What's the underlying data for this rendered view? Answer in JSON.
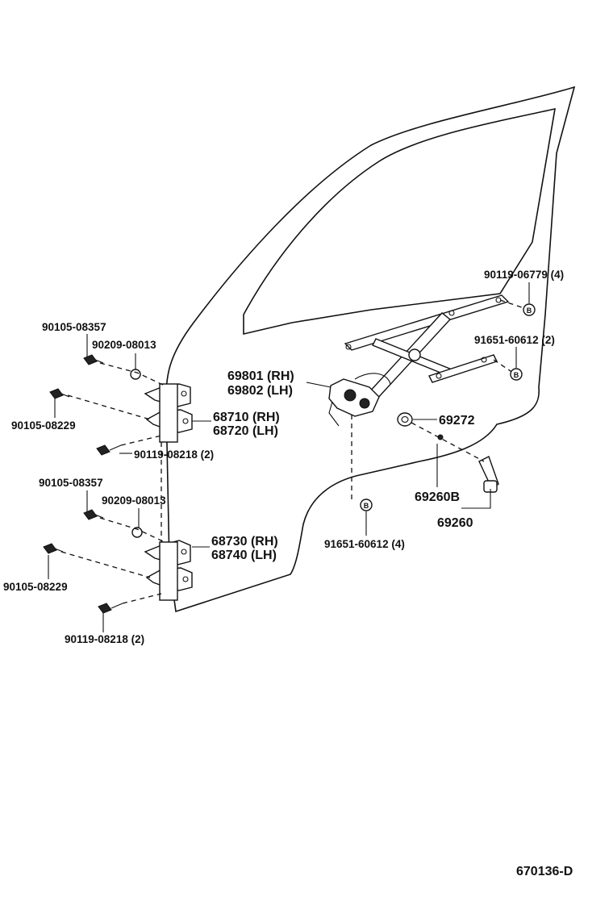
{
  "labels": {
    "bolt_a_upper": "90105-08357",
    "nut_a_upper": "90209-08013",
    "bolt_b_upper": "90105-08229",
    "hinge_upper_rh": "68710 (RH)",
    "hinge_upper_lh": "68720 (LH)",
    "screw_upper": "90119-08218 (2)",
    "bolt_a_lower": "90105-08357",
    "nut_a_lower": "90209-08013",
    "bolt_b_lower": "90105-08229",
    "hinge_lower_rh": "68730 (RH)",
    "hinge_lower_lh": "68740 (LH)",
    "screw_lower": "90119-08218 (2)",
    "regulator_rh": "69801 (RH)",
    "regulator_lh": "69802 (LH)",
    "bolt_top_right": "90119-06779 (4)",
    "bolt_mid_right": "91651-60612 (2)",
    "bolt_bottom": "91651-60612 (4)",
    "spacer": "69272",
    "handle_clip": "69260B",
    "handle": "69260",
    "callout_letter": "B",
    "diagram_id": "670136-D"
  }
}
